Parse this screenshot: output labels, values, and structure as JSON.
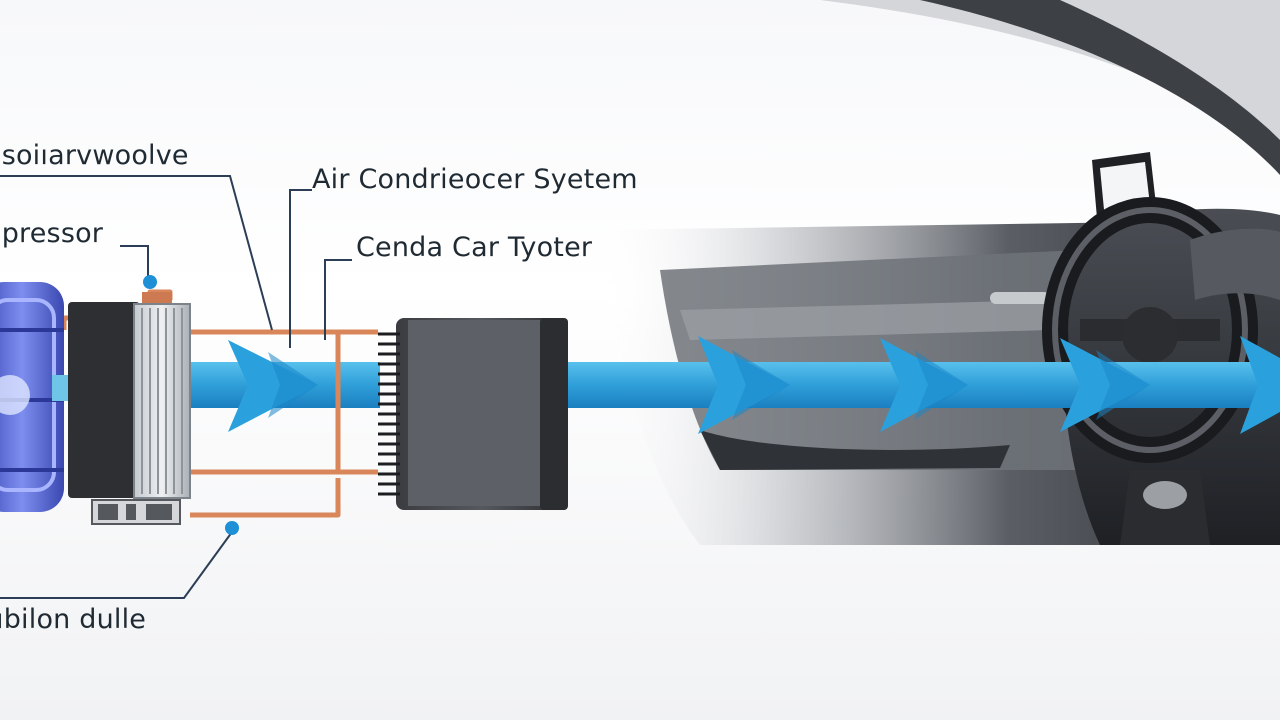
{
  "labels": {
    "valve": "ısoiıarvwoolve",
    "compressor": "ıpressor",
    "system": "Air Condrieocer Syetem",
    "car": "Cenda Car Tyoter",
    "bottom": "ıbilon dulle"
  },
  "colors": {
    "airflow": "#2fa3dc",
    "pipe": "#d9865a",
    "leader_line": "#2c3e55",
    "dot": "#1f8fd6",
    "compressor": "#4a5fd0",
    "unit_dark": "#2d2f33",
    "fins": "#9aa1a8",
    "cabin_dark": "#3a3d42"
  },
  "icons": {
    "compressor": "compressor-icon",
    "condenser": "condenser-unit-icon",
    "evaporator": "evaporator-unit-icon",
    "car_interior": "car-interior-icon"
  }
}
